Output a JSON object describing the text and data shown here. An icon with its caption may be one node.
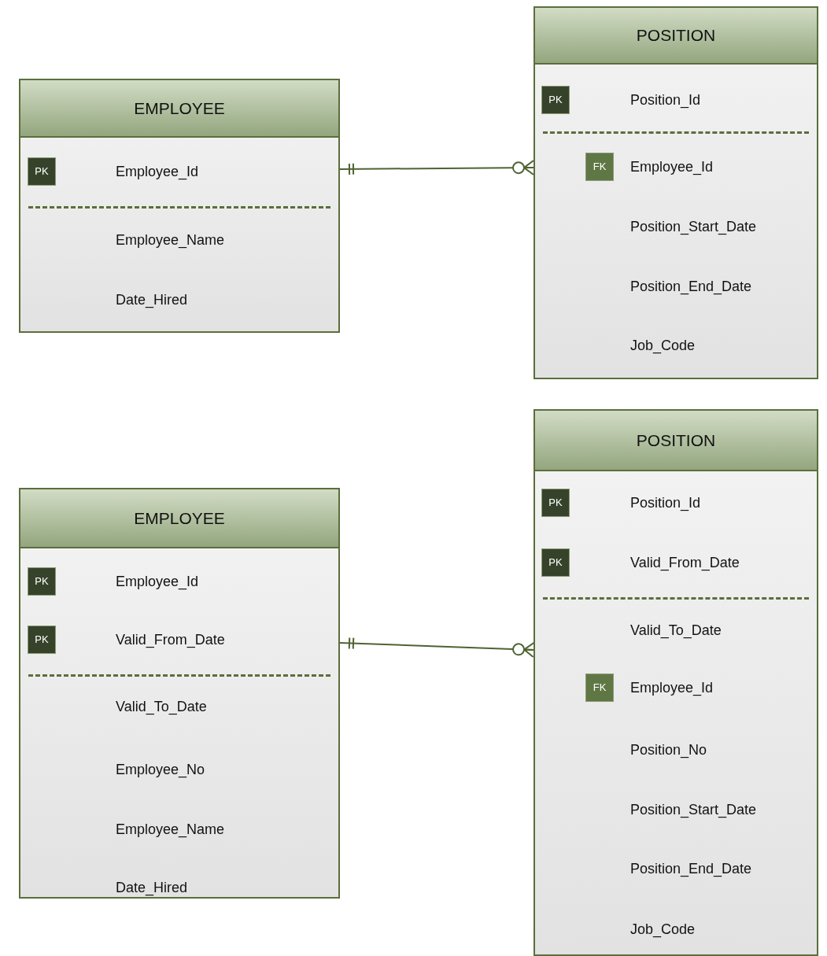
{
  "diagram": {
    "nodes": [
      {
        "text": [
          "EMPLOYEE",
          "PK",
          "Employee_Id",
          "Employee_Name",
          "Date_Hired"
        ]
      },
      {
        "text": [
          "POSITION",
          "PK",
          "Position_Id",
          "FK",
          "Employee_Id",
          "Position_Start_Date",
          "Position_End_Date",
          "Job_Code"
        ]
      },
      {
        "text": [
          "EMPLOYEE",
          "PK",
          "Employee_Id",
          "PK",
          "Valid_From_Date",
          "Valid_To_Date",
          "Employee_No",
          "Employee_Name",
          "Date_Hired"
        ]
      },
      {
        "text": [
          "POSITION",
          "PK",
          "Position_Id",
          "PK",
          "Valid_From_Date",
          "Valid_To_Date",
          "FK",
          "Employee_Id",
          "Position_No",
          "Position_Start_Date",
          "Position_End_Date",
          "Job_Code"
        ]
      }
    ],
    "edges": [
      {
        "from": 0,
        "to": 1,
        "arrow": "other"
      },
      {
        "from": 2,
        "to": 3,
        "arrow": "other"
      }
    ]
  }
}
